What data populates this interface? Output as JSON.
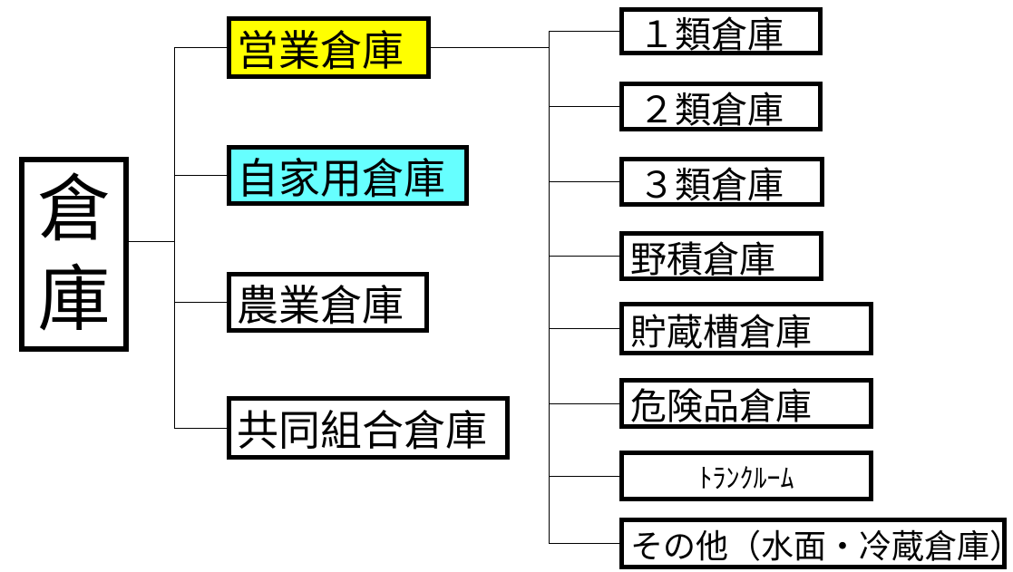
{
  "diagram": {
    "title_hint": "warehouse-classification-tree",
    "root": {
      "label": "倉庫\n"
    },
    "categories": [
      {
        "label": "営業倉庫",
        "highlight": "#FFFF00"
      },
      {
        "label": "自家用倉庫",
        "highlight": "#66FFFF"
      },
      {
        "label": "農業倉庫",
        "highlight": "#FFFFFF"
      },
      {
        "label": "共同組合倉庫",
        "highlight": "#FFFFFF"
      }
    ],
    "business_warehouse_types": [
      {
        "label": "１類倉庫"
      },
      {
        "label": "２類倉庫"
      },
      {
        "label": "３類倉庫"
      },
      {
        "label": "野積倉庫"
      },
      {
        "label": "貯蔵槽倉庫"
      },
      {
        "label": "危険品倉庫"
      },
      {
        "label": "ﾄﾗﾝｸﾙｰﾑ"
      },
      {
        "label": "その他（水面・冷蔵倉庫）"
      }
    ],
    "colors": {
      "border": "#000000",
      "connector": "#000000",
      "highlight_yellow": "#FFFF00",
      "highlight_cyan": "#66FFFF",
      "background": "#FFFFFF"
    }
  }
}
